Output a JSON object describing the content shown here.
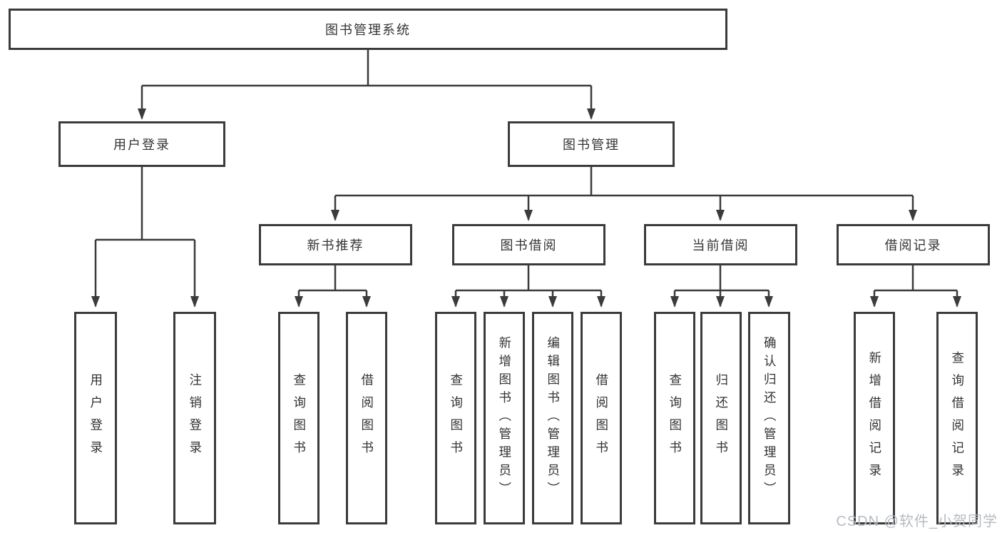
{
  "root_label": "图书管理系统",
  "level2": [
    {
      "label": "用户登录"
    },
    {
      "label": "图书管理"
    }
  ],
  "level3": [
    {
      "label": "新书推荐"
    },
    {
      "label": "图书借阅"
    },
    {
      "label": "当前借阅"
    },
    {
      "label": "借阅记录"
    }
  ],
  "leaves": {
    "user_login": [
      {
        "label": "用户登录"
      },
      {
        "label": "注销登录"
      }
    ],
    "new_book": [
      {
        "label": "查询图书"
      },
      {
        "label": "借阅图书"
      }
    ],
    "book_borrow": [
      {
        "label": "查询图书"
      },
      {
        "label": "新增图书（管理员）"
      },
      {
        "label": "编辑图书（管理员）"
      },
      {
        "label": "借阅图书"
      }
    ],
    "current_borrow": [
      {
        "label": "查询图书"
      },
      {
        "label": "归还图书"
      },
      {
        "label": "确认归还（管理员）"
      }
    ],
    "borrow_records": [
      {
        "label": "新增借阅记录"
      },
      {
        "label": "查询借阅记录"
      }
    ]
  },
  "watermark": "CSDN @软件_小贺同学",
  "colors": {
    "line": "#3b3b3b",
    "text": "#333333",
    "watermark": "#b7bbc2",
    "background": "#ffffff"
  }
}
